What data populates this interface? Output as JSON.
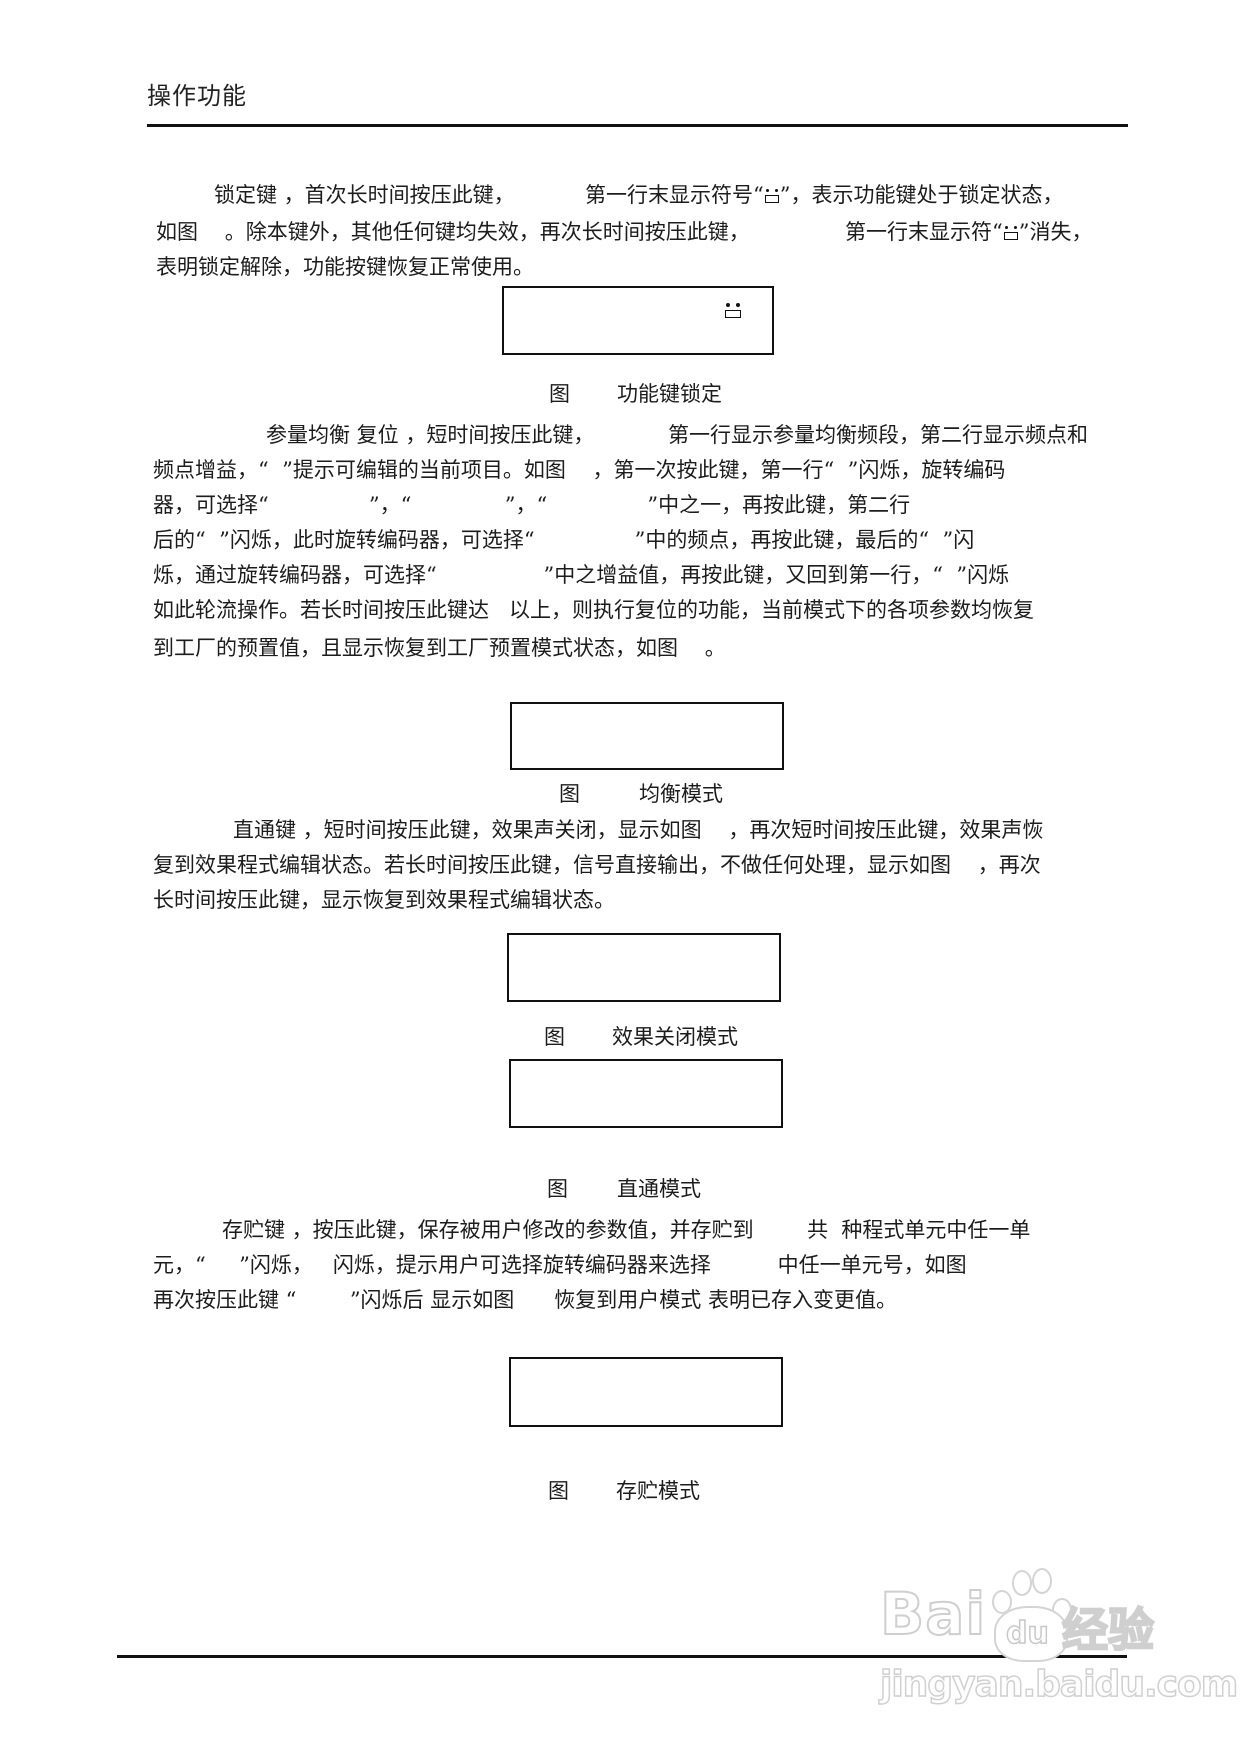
{
  "header": {
    "title": "操作功能"
  },
  "sections": {
    "lock": {
      "lines": [
        "锁定键 ，首次长时间按压此键，",
        "第一行末显示符号“",
        "”，表示功能键处于锁定状态，",
        "如图    。除本键外，其他任何键均失效，再次长时间按压此键，",
        "第一行末显示符“",
        "”消失，",
        "表明锁定解除，功能按键恢复正常使用。"
      ],
      "figure_caption_prefix": "图",
      "figure_caption": "功能键锁定",
      "lock_symbol": "lock-icon"
    },
    "eq": {
      "lines": [
        "参量均衡 复位 ，短时间按压此键，",
        "第一行显示参量均衡频段，第二行显示频点和",
        "频点增益，“  ”提示可编辑的当前项目。如图    ，第一次按此键，第一行“  ”闪烁，旋转编码",
        "器，可选择“               ”，“              ”，“               ”中之一，再按此键，第二行",
        "后的“  ”闪烁，此时旋转编码器，可选择“               ”中的频点，再按此键，最后的“  ”闪",
        "烁，通过旋转编码器，可选择“                ”中之增益值，再按此键，又回到第一行，“  ”闪烁",
        "如此轮流操作。若长时间按压此键达   以上，则执行复位的功能，当前模式下的各项参数均恢复",
        "到工厂的预置值，且显示恢复到工厂预置模式状态，如图    。"
      ],
      "figure_caption_prefix": "图",
      "figure_caption": "均衡模式"
    },
    "bypass": {
      "lines": [
        "直通键 ，短时间按压此键，效果声关闭，显示如图    ，再次短时间按压此键，效果声恢",
        "复到效果程式编辑状态。若长时间按压此键，信号直接输出，不做任何处理，显示如图    ，再次",
        "长时间按压此键，显示恢复到效果程式编辑状态。"
      ],
      "figure1_caption_prefix": "图",
      "figure1_caption": "效果关闭模式",
      "figure2_caption_prefix": "图",
      "figure2_caption": "直通模式"
    },
    "store": {
      "lines": [
        "存贮键 ，按压此键，保存被用户修改的参数值，并存贮到        共  种程式单元中任一单",
        "元，“     ”闪烁，   闪烁，提示用户可选择旋转编码器来选择          中任一单元号，如图",
        "再次按压此键 “        ”闪烁后 显示如图      恢复到用户模式 表明已存入变更值。"
      ],
      "figure_caption_prefix": "图",
      "figure_caption": "存贮模式"
    }
  },
  "watermark": {
    "brand": "Bai",
    "brand_du": "du",
    "brand_cn": "经验",
    "url": "jingyan.baidu.com"
  }
}
